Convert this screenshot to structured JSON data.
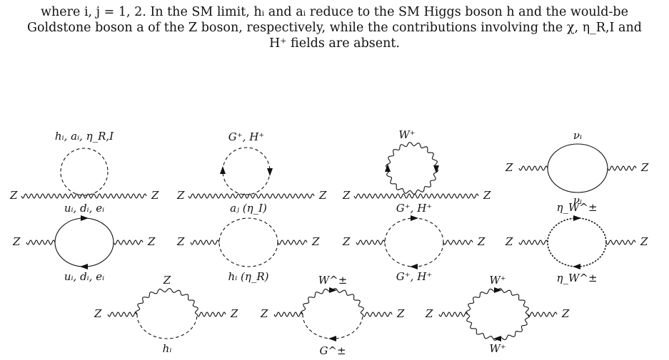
{
  "text": {
    "lines": [
      "where i, j = 1, 2. In the SM limit, hᵢ and aᵢ reduce to the SM Higgs boson h and the would-be",
      "Goldstone boson a of the Z boson, respectively, while the contributions involving the χ, η_R,I and",
      "H⁺ fields are absent."
    ]
  },
  "diagrams": [
    {
      "id": "d1",
      "ext_left": "Z",
      "ext_right": "Z",
      "topology": "tadpole",
      "loop_label": "hᵢ, aᵢ, η_R,I",
      "loop_style": "dashed"
    },
    {
      "id": "d2",
      "ext_left": "Z",
      "ext_right": "Z",
      "topology": "tadpole",
      "loop_label": "G⁺, H⁺",
      "loop_style": "dashed-arrows"
    },
    {
      "id": "d3",
      "ext_left": "Z",
      "ext_right": "Z",
      "topology": "tadpole",
      "loop_label": "W⁺",
      "loop_style": "wavy-arrows"
    },
    {
      "id": "d4",
      "ext_left": "Z",
      "ext_right": "Z",
      "topology": "bubble",
      "top_label": "νᵢ",
      "bottom_label": "νᵢ",
      "loop_style": "solid"
    },
    {
      "id": "d5",
      "ext_left": "Z",
      "ext_right": "Z",
      "topology": "bubble",
      "top_label": "uᵢ, dᵢ, eᵢ",
      "bottom_label": "uᵢ, dᵢ, eᵢ",
      "loop_style": "solid-arrows"
    },
    {
      "id": "d6",
      "ext_left": "Z",
      "ext_right": "Z",
      "topology": "bubble",
      "top_label": "aⱼ (η_I)",
      "bottom_label": "hᵢ (η_R)",
      "loop_style": "dashed"
    },
    {
      "id": "d7",
      "ext_left": "Z",
      "ext_right": "Z",
      "topology": "bubble",
      "top_label": "G⁺, H⁺",
      "bottom_label": "G⁺, H⁺",
      "loop_style": "dashed-arrows"
    },
    {
      "id": "d8",
      "ext_left": "Z",
      "ext_right": "Z",
      "topology": "bubble",
      "top_label": "η_W^±",
      "bottom_label": "η_W^±",
      "loop_style": "dotted-arrows"
    },
    {
      "id": "d9",
      "ext_left": "Z",
      "ext_right": "Z",
      "topology": "bubble",
      "top_label": "Z",
      "bottom_label": "hᵢ",
      "loop_style": "wavy-top-dashed-bottom"
    },
    {
      "id": "d10",
      "ext_left": "Z",
      "ext_right": "Z",
      "topology": "bubble",
      "top_label": "W^±",
      "bottom_label": "G^±",
      "loop_style": "wavy-top-dashed-bottom-arrows"
    },
    {
      "id": "d11",
      "ext_left": "Z",
      "ext_right": "Z",
      "topology": "bubble",
      "top_label": "W⁺",
      "bottom_label": "W⁺",
      "loop_style": "wavy-arrows"
    }
  ]
}
